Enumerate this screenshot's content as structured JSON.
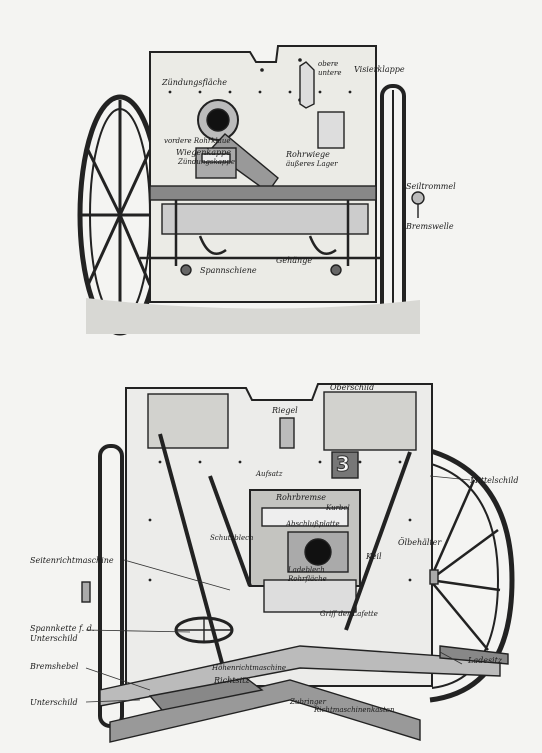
{
  "top_figure": {
    "labels": {
      "zundungsflache": "Zündungsfläche",
      "obere": "obere",
      "untere": "untere",
      "visierklappe": "Visierklappe",
      "vordere_rohrklaue": "vordere Rohrklaue",
      "wiegenkappe": "Wiegenkappe",
      "zundungskappe": "Zündungskappe",
      "rohrwiege": "Rohrwiege",
      "aussenlager": "äußeres Lager",
      "seiltrommel": "Seiltrommel",
      "bremswelle": "Bremswelle",
      "gehange": "Gehänge",
      "spannschiene": "Spannschiene"
    }
  },
  "bottom_figure": {
    "numeral": "3",
    "labels": {
      "oberschild": "Oberschild",
      "riegel": "Riegel",
      "aufsatz": "Aufsatz",
      "rohrbremse": "Rohrbremse",
      "kurbel": "Kurbel",
      "mittelschild": "Mittelschild",
      "abschlussplatte": "Abschlußplatte",
      "schutzblech": "Schutzblech",
      "keil": "Keil",
      "olbehalter": "Ölbehälter",
      "seitenrichtmaschine": "Seitenrichtmaschine",
      "landsfach": "Ladeblech",
      "rohrflache": "Rohrfläche",
      "griff_der_lafette": "Griff der Lafette",
      "spannkette": "Spannkette f. d.",
      "unterschild_a": "Unterschild",
      "bremshebel": "Bremshebel",
      "hohenrichtmaschine": "Höhenrichtmaschine",
      "richtsitz": "Richtsitz",
      "ladesitz": "Ladesitz",
      "unterschild_b": "Unterschild",
      "zubringer": "Zubringer",
      "richtmaschinenkasten": "Richtmaschinenkasten"
    }
  }
}
